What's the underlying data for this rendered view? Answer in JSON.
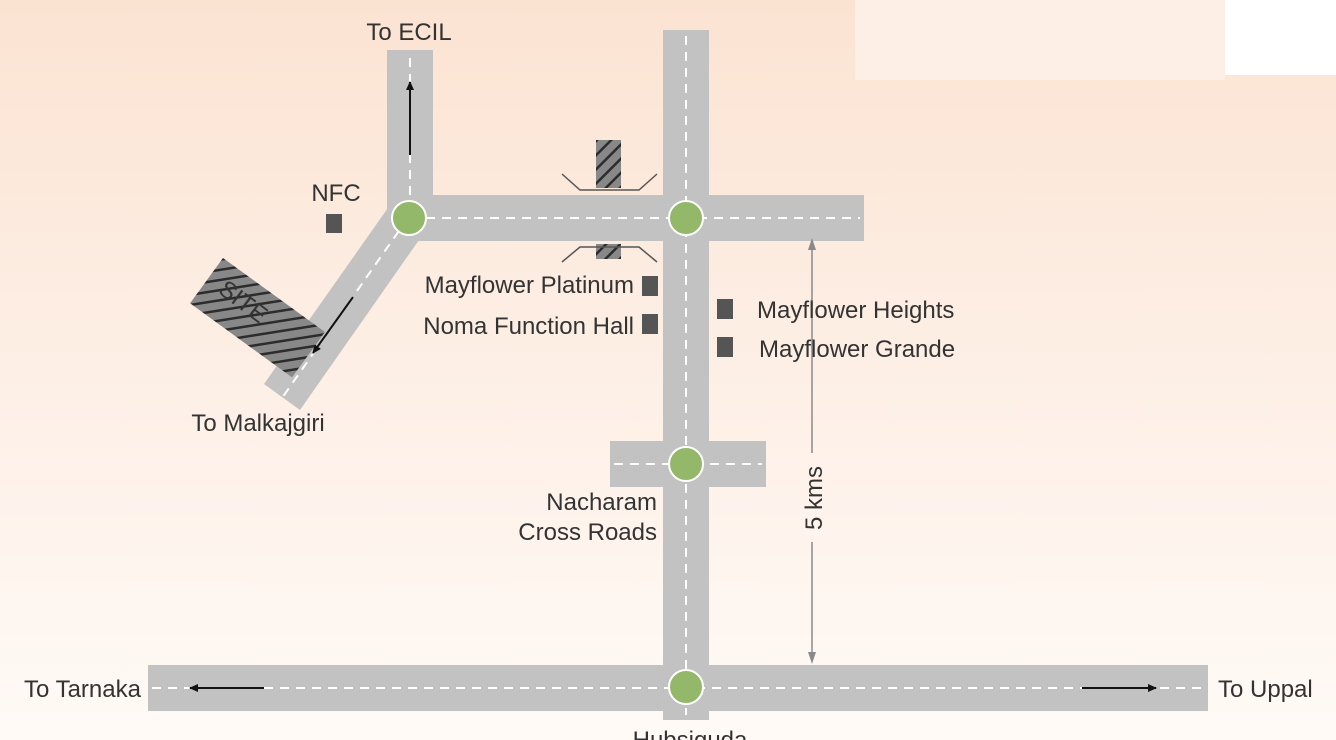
{
  "map": {
    "labels": {
      "to_ecil": "To ECIL",
      "nfc": "NFC",
      "site": "SITE",
      "to_malkajgiri": "To Malkajgiri",
      "mayflower_platinum": "Mayflower Platinum",
      "noma_function_hall": "Noma Function Hall",
      "mayflower_heights": "Mayflower Heights",
      "mayflower_grande": "Mayflower Grande",
      "nacharam_line1": "Nacharam",
      "nacharam_line2": "Cross Roads",
      "distance": "5 kms",
      "to_tarnaka": "To Tarnaka",
      "to_uppal": "To Uppal",
      "hubsiguda": "Hubsiguda"
    },
    "colors": {
      "road": "#c2c2c2",
      "junction": "#93b86a",
      "landmark": "#555555",
      "text": "#333333",
      "arrow": "#111111"
    }
  }
}
